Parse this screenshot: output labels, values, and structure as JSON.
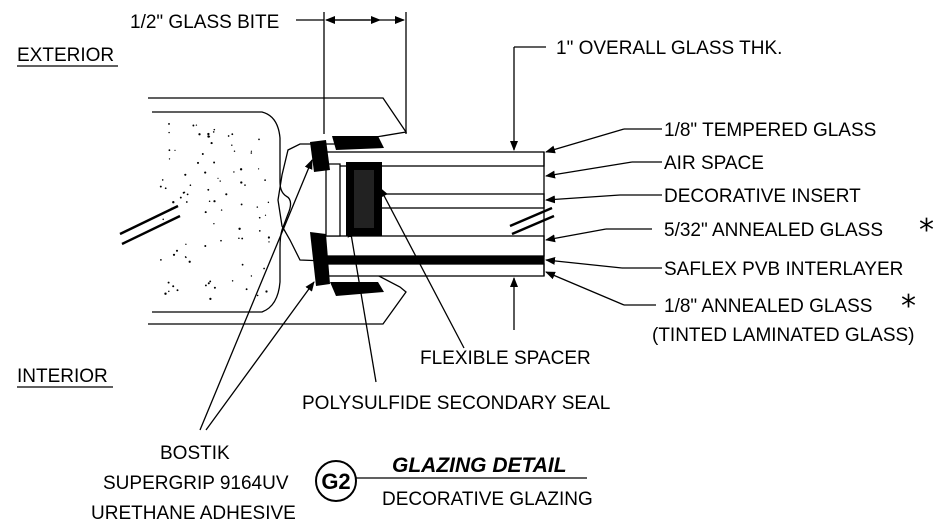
{
  "zones": {
    "exterior": "EXTERIOR",
    "interior": "INTERIOR"
  },
  "dimensions": {
    "glass_bite": "1/2\" GLASS BITE",
    "overall_thickness": "1\" OVERALL GLASS THK."
  },
  "layers": [
    {
      "label": "1/8\" TEMPERED GLASS",
      "starred": false
    },
    {
      "label": "AIR SPACE",
      "starred": false
    },
    {
      "label": "DECORATIVE INSERT",
      "starred": false
    },
    {
      "label": "5/32\" ANNEALED GLASS",
      "starred": true
    },
    {
      "label": "SAFLEX PVB INTERLAYER",
      "starred": false
    },
    {
      "label": "1/8\" ANNEALED GLASS",
      "starred": true
    }
  ],
  "star_symbol": "*",
  "laminated_note": "(TINTED LAMINATED GLASS)",
  "components": {
    "flexible_spacer": "FLEXIBLE SPACER",
    "secondary_seal": "POLYSULFIDE SECONDARY SEAL",
    "adhesive_line1": "BOSTIK",
    "adhesive_line2": "SUPERGRIP 9164UV",
    "adhesive_line3": "URETHANE ADHESIVE"
  },
  "detail": {
    "badge": "G2",
    "title": "GLAZING DETAIL",
    "subtitle": "DECORATIVE GLAZING"
  }
}
